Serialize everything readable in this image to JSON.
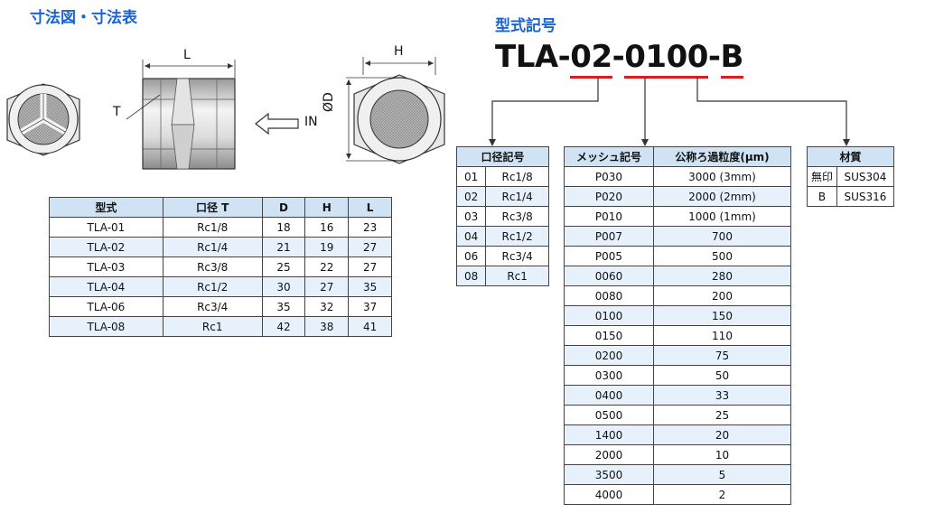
{
  "dims": {
    "heading": "寸法図・寸法表",
    "labels": {
      "L": "L",
      "H": "H",
      "T": "T",
      "IN": "IN",
      "D": "ØD"
    },
    "table": {
      "headers": [
        "型式",
        "口径 T",
        "D",
        "H",
        "L"
      ],
      "rows": [
        [
          "TLA-01",
          "Rc1/8",
          "18",
          "16",
          "23"
        ],
        [
          "TLA-02",
          "Rc1/4",
          "21",
          "19",
          "27"
        ],
        [
          "TLA-03",
          "Rc3/8",
          "25",
          "22",
          "27"
        ],
        [
          "TLA-04",
          "Rc1/2",
          "30",
          "27",
          "35"
        ],
        [
          "TLA-06",
          "Rc3/4",
          "35",
          "32",
          "37"
        ],
        [
          "TLA-08",
          "Rc1",
          "42",
          "38",
          "41"
        ]
      ]
    }
  },
  "model": {
    "heading": "型式記号",
    "parts": [
      "TLA-",
      "02",
      "-",
      "0100",
      "-",
      "B"
    ],
    "accent": "#d81e1e",
    "port_table": {
      "title": "口径記号",
      "rows": [
        [
          "01",
          "Rc1/8"
        ],
        [
          "02",
          "Rc1/4"
        ],
        [
          "03",
          "Rc3/8"
        ],
        [
          "04",
          "Rc1/2"
        ],
        [
          "06",
          "Rc3/4"
        ],
        [
          "08",
          "Rc1"
        ]
      ]
    },
    "mesh_table": {
      "headers": [
        "メッシュ記号",
        "公称ろ過粒度(μm)"
      ],
      "rows": [
        [
          "P030",
          "3000 (3mm)"
        ],
        [
          "P020",
          "2000 (2mm)"
        ],
        [
          "P010",
          "1000 (1mm)"
        ],
        [
          "P007",
          "700"
        ],
        [
          "P005",
          "500"
        ],
        [
          "0060",
          "280"
        ],
        [
          "0080",
          "200"
        ],
        [
          "0100",
          "150"
        ],
        [
          "0150",
          "110"
        ],
        [
          "0200",
          "75"
        ],
        [
          "0300",
          "50"
        ],
        [
          "0400",
          "33"
        ],
        [
          "0500",
          "25"
        ],
        [
          "1400",
          "20"
        ],
        [
          "2000",
          "10"
        ],
        [
          "3500",
          "5"
        ],
        [
          "4000",
          "2"
        ]
      ]
    },
    "material_table": {
      "title": "材質",
      "rows": [
        [
          "無印",
          "SUS304"
        ],
        [
          "B",
          "SUS316"
        ]
      ]
    }
  }
}
